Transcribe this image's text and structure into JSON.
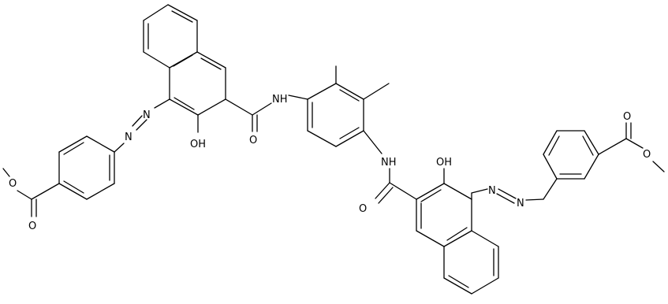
{
  "diagram": {
    "kind": "skeletal-structural-formula",
    "bond_color": "#000000",
    "background": "#ffffff",
    "atom_labels": {
      "oh_left": "OH",
      "nh_left": "NH",
      "o_amide_left": "O",
      "nh_right": "NH",
      "oh_right": "OH",
      "o_amide_right": "O",
      "o_ester_left_carbonyl": "O",
      "o_ester_left_ether": "O",
      "o_ester_right_carbonyl": "O",
      "o_ester_right_ether": "O",
      "n_azo_left_1": "N",
      "n_azo_left_2": "N",
      "n_azo_right_1": "N",
      "n_azo_right_2": "N"
    }
  }
}
